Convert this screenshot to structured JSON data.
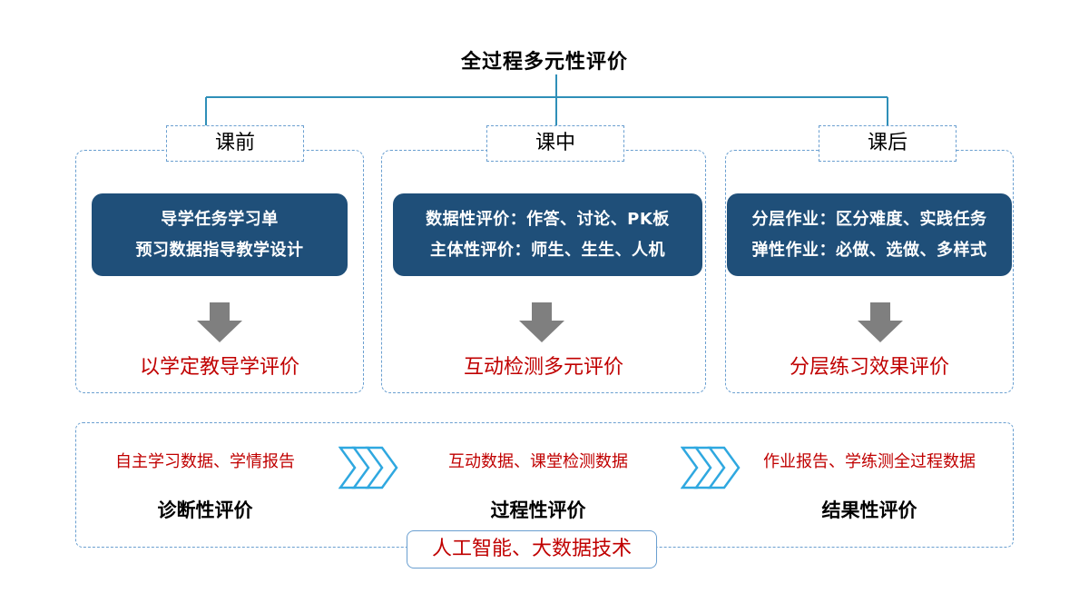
{
  "title": "全过程多元性评价",
  "phases": [
    {
      "label": "课前",
      "lines": [
        "导学任务学习单",
        "预习数据指导教学设计"
      ],
      "result": "以学定教导学评价"
    },
    {
      "label": "课中",
      "lines": [
        "数据性评价：作答、讨论、PK板",
        "主体性评价：师生、生生、人机"
      ],
      "result": "互动检测多元评价"
    },
    {
      "label": "课后",
      "lines": [
        "分层作业：区分难度、实践任务",
        "弹性作业：必做、选做、多样式"
      ],
      "result": "分层练习效果评价"
    }
  ],
  "stages": [
    {
      "source": "自主学习数据、学情报告",
      "name": "诊断性评价"
    },
    {
      "source": "互动数据、课堂检测数据",
      "name": "过程性评价"
    },
    {
      "source": "作业报告、学练测全过程数据",
      "name": "结果性评价"
    }
  ],
  "technology": "人工智能、大数据技术",
  "colors": {
    "box_fill": "#1f4f79",
    "accent_red": "#c00000",
    "border_blue": "#6a9fd0",
    "connector_teal": "#2f8fb8",
    "arrow_gray": "#7f7f7f",
    "chevron_blue": "#2fa8e0"
  },
  "icons": {
    "down_arrow": "down-arrow-icon",
    "chevron": "triple-chevron-right-icon"
  }
}
